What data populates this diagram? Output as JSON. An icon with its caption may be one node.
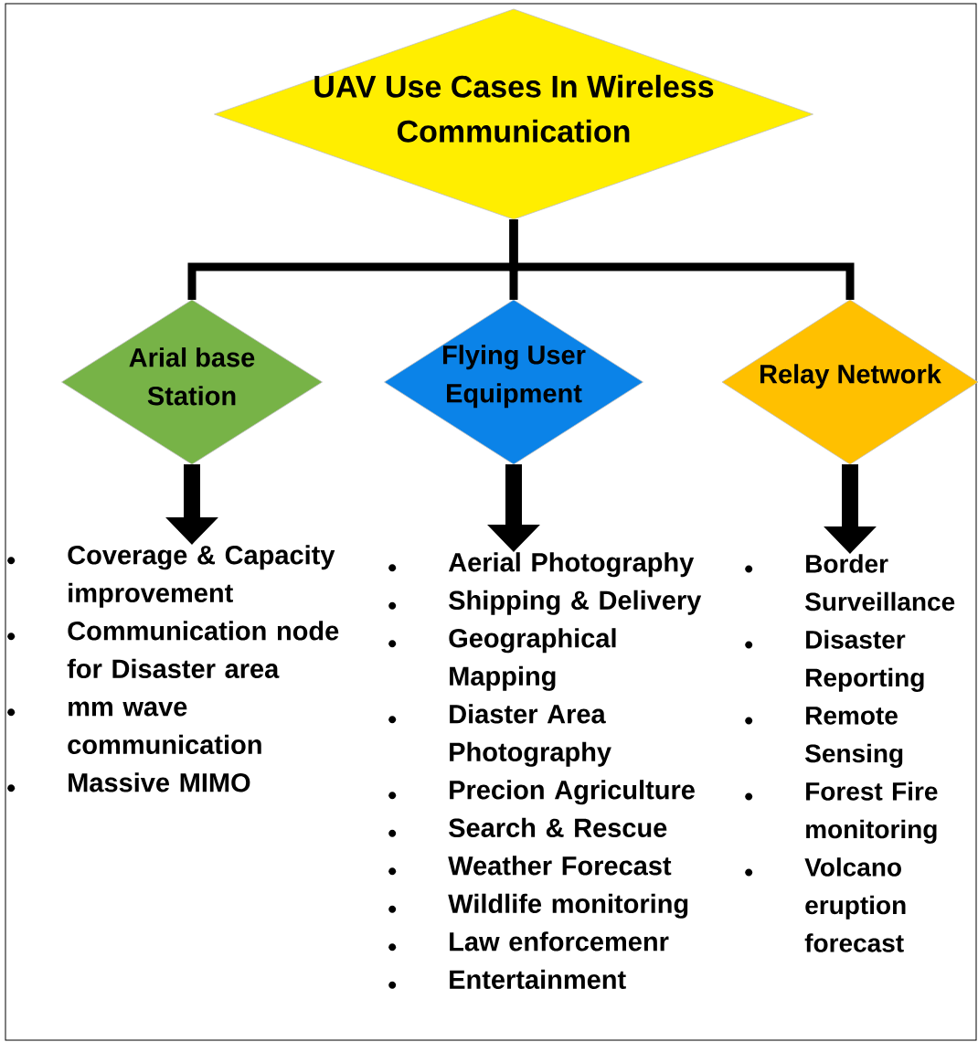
{
  "diagram": {
    "nodes": [
      {
        "text": [
          "UAV Use Cases In Wireless Communication"
        ]
      },
      {
        "text": [
          "Arial base Station"
        ]
      },
      {
        "text": [
          "Flying User Equipment"
        ]
      },
      {
        "text": [
          "Relay Network"
        ]
      },
      {
        "text": [
          "Coverage & Capacity improvement",
          "Communication node for Disaster area",
          "mm wave communication",
          "Massive MIMO"
        ]
      },
      {
        "text": [
          "Aerial Photography",
          "Shipping & Delivery",
          "Geographical Mapping",
          "Diaster Area Photography",
          "Precion Agriculture",
          "Search & Rescue",
          "Weather Forecast",
          "Wildlife monitoring",
          "Law enforcemenr",
          "Entertainment"
        ]
      },
      {
        "text": [
          "Border Surveillance",
          "Disaster Reporting",
          "Remote Sensing",
          "Forest Fire monitoring",
          "Volcano eruption forecast"
        ]
      }
    ],
    "edges": [
      {
        "from": 0,
        "to": 1,
        "arrow": "none"
      },
      {
        "from": 0,
        "to": 2,
        "arrow": "none"
      },
      {
        "from": 0,
        "to": 3,
        "arrow": "none"
      },
      {
        "from": 1,
        "to": 4,
        "arrow": "to",
        "style": "thick"
      },
      {
        "from": 2,
        "to": 5,
        "arrow": "to",
        "style": "thick"
      },
      {
        "from": 3,
        "to": 6,
        "arrow": "to",
        "style": "thick"
      }
    ]
  }
}
